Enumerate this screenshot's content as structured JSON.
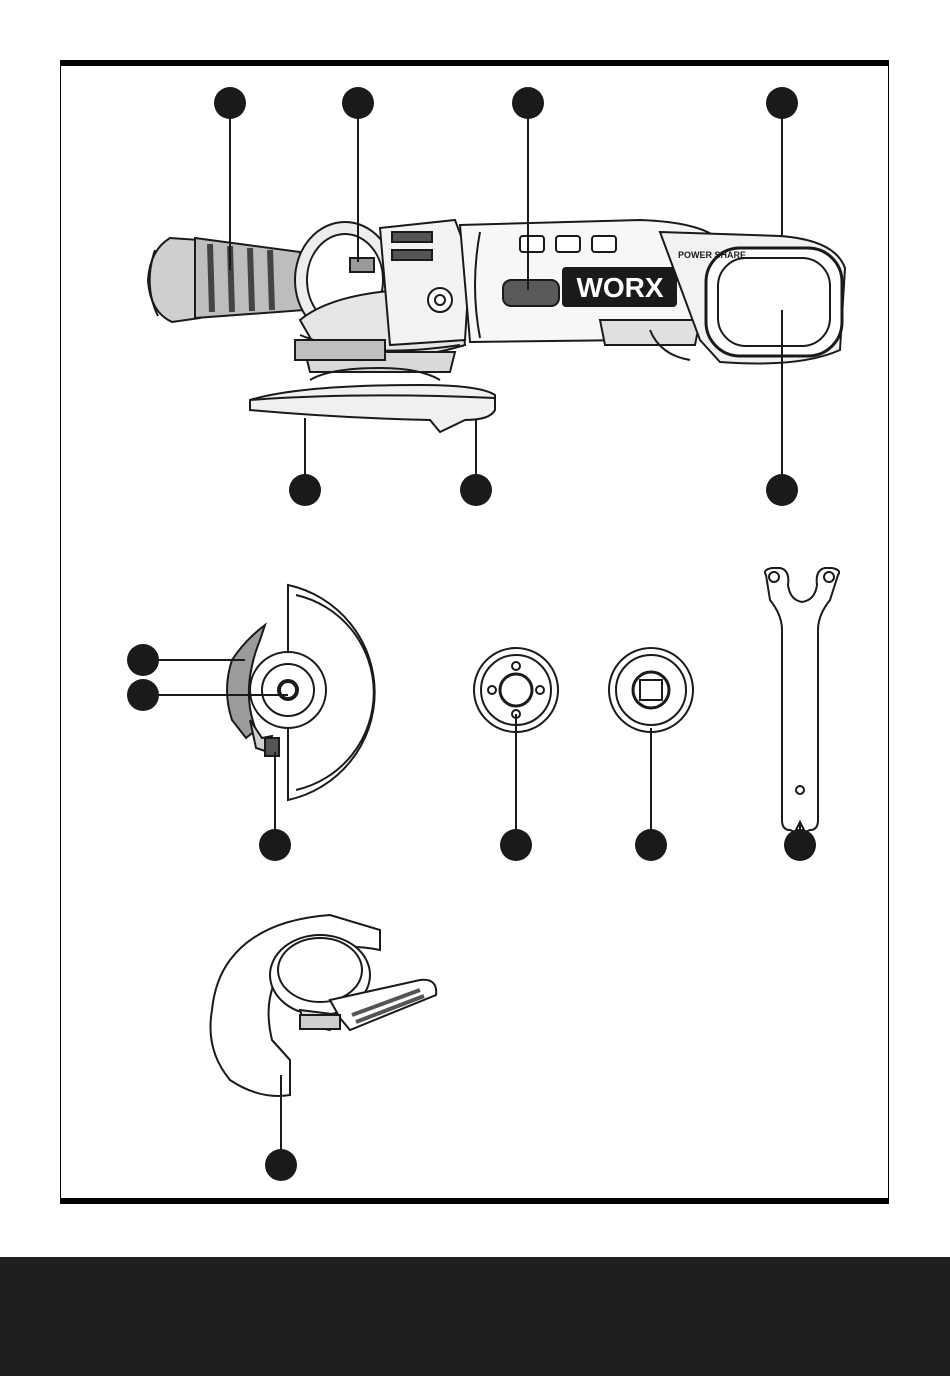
{
  "brand": {
    "logo_text": "WORX",
    "battery_badge": "POWER SHARE"
  },
  "colors": {
    "ink": "#1a1a1a",
    "footer": "#1f1f1f",
    "paper": "#ffffff",
    "grey_fill": "#d9d9d9"
  },
  "callout_markers": [
    "marker-handle",
    "marker-spindle-lock",
    "marker-switch",
    "marker-battery-top",
    "marker-guard",
    "marker-guard-tab",
    "marker-battery",
    "marker-guard-lever",
    "marker-guard-collar",
    "marker-guard-clip",
    "marker-inner-flange",
    "marker-outer-flange",
    "marker-spanner",
    "marker-cutting-guard"
  ]
}
